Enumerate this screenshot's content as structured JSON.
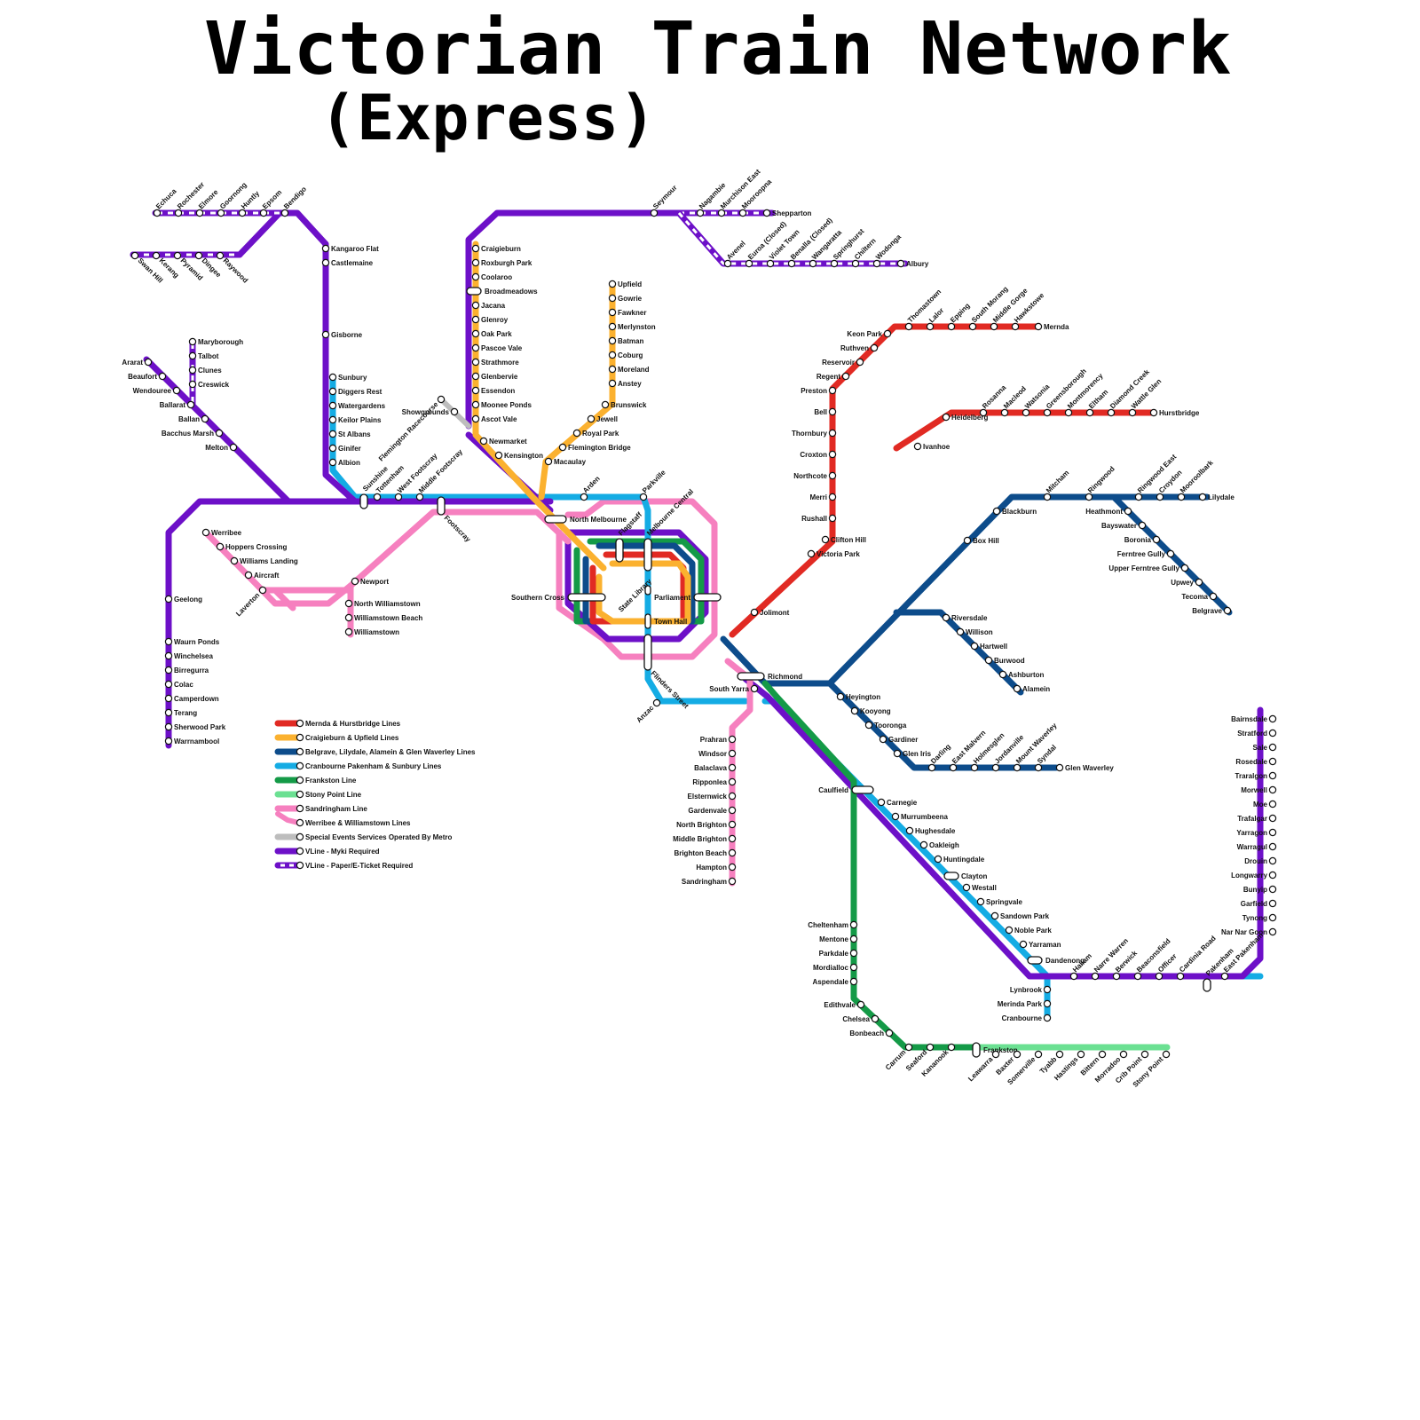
{
  "title": "Victorian Train Network",
  "subtitle": "(Express)",
  "colors": {
    "mernda": "#e12a23",
    "craigieburn": "#fbb12f",
    "belgrave": "#0d4c8b",
    "cranbourne": "#14ace4",
    "frankston": "#149a47",
    "stony_point": "#6be092",
    "sandringham": "#f680bf",
    "special": "#bdbdbd",
    "vline": "#6d10c8"
  },
  "legend": [
    {
      "label": "Mernda & Hurstbridge Lines",
      "color": "#e12a23",
      "style": "solid"
    },
    {
      "label": "Craigieburn & Upfield Lines",
      "color": "#fbb12f",
      "style": "solid"
    },
    {
      "label": "Belgrave, Lilydale, Alamein & Glen Waverley Lines",
      "color": "#0d4c8b",
      "style": "solid"
    },
    {
      "label": "Cranbourne Pakenham & Sunbury Lines",
      "color": "#14ace4",
      "style": "solid"
    },
    {
      "label": "Frankston Line",
      "color": "#149a47",
      "style": "solid"
    },
    {
      "label": "Stony Point Line",
      "color": "#6be092",
      "style": "solid"
    },
    {
      "label": "Sandringham Line",
      "color": "#f680bf",
      "style": "solid"
    },
    {
      "label": "Werribee & Williamstown Lines",
      "color": "#f680bf",
      "style": "branch"
    },
    {
      "label": "Special Events Services Operated By Metro",
      "color": "#bdbdbd",
      "style": "solid"
    },
    {
      "label": "VLine - Myki Required",
      "color": "#6d10c8",
      "style": "solid"
    },
    {
      "label": "VLine - Paper/E-Ticket Required",
      "color": "#6d10c8",
      "style": "dashed"
    }
  ],
  "stations": {
    "loop": [
      "Southern Cross",
      "Flagstaff",
      "Melbourne Central",
      "Parliament",
      "Flinders Street",
      "State Library",
      "Town Hall"
    ],
    "city": [
      "North Melbourne",
      "Arden",
      "Parkville",
      "Jolimont",
      "Richmond",
      "South Yarra",
      "Anzac"
    ],
    "craigieburn": [
      "Craigieburn",
      "Roxburgh Park",
      "Coolaroo",
      "Broadmeadows",
      "Jacana",
      "Glenroy",
      "Oak Park",
      "Pascoe Vale",
      "Strathmore",
      "Glenbervie",
      "Essendon",
      "Moonee Ponds",
      "Ascot Vale",
      "Newmarket",
      "Kensington"
    ],
    "showgrounds": [
      "Flemington Racecourse",
      "Showgrounds"
    ],
    "upfield": [
      "Upfield",
      "Gowrie",
      "Fawkner",
      "Merlynston",
      "Batman",
      "Coburg",
      "Moreland",
      "Anstey",
      "Brunswick",
      "Jewell",
      "Royal Park",
      "Flemington Bridge",
      "Macaulay"
    ],
    "sunbury": [
      "Sunbury",
      "Diggers Rest",
      "Watergardens",
      "Keilor Plains",
      "St Albans",
      "Ginifer",
      "Albion",
      "Sunshine",
      "Tottenham",
      "West Footscray",
      "Middle Footscray",
      "Footscray"
    ],
    "werribee": [
      "Werribee",
      "Hoppers Crossing",
      "Williams Landing",
      "Aircraft",
      "Laverton",
      "Newport",
      "North Williamstown",
      "Williamstown Beach",
      "Williamstown"
    ],
    "mernda": [
      "Mernda",
      "Hawkstowe",
      "Middle Gorge",
      "South Morang",
      "Epping",
      "Lalor",
      "Thomastown",
      "Keon Park",
      "Ruthven",
      "Reservoir",
      "Regent",
      "Preston",
      "Bell",
      "Thornbury",
      "Croxton",
      "Northcote",
      "Merri",
      "Rushall",
      "Clifton Hill",
      "Victoria Park"
    ],
    "hurstbridge": [
      "Hurstbridge",
      "Wattle Glen",
      "Diamond Creek",
      "Eltham",
      "Montmorency",
      "Greensborough",
      "Watsonia",
      "Macleod",
      "Rosanna",
      "Heidelberg",
      "Ivanhoe"
    ],
    "lilydale": [
      "Lilydale",
      "Mooroolbark",
      "Croydon",
      "Ringwood East",
      "Ringwood",
      "Mitcham",
      "Blackburn",
      "Box Hill"
    ],
    "belgrave": [
      "Heathmont",
      "Bayswater",
      "Boronia",
      "Ferntree Gully",
      "Upper Ferntree Gully",
      "Upwey",
      "Tecoma",
      "Belgrave"
    ],
    "alamein": [
      "Riversdale",
      "Willison",
      "Hartwell",
      "Burwood",
      "Ashburton",
      "Alamein"
    ],
    "glen_waverley": [
      "Heyington",
      "Kooyong",
      "Tooronga",
      "Gardiner",
      "Glen Iris",
      "Darling",
      "East Malvern",
      "Holmesglen",
      "Jordanville",
      "Mount Waverley",
      "Syndal",
      "Glen Waverley"
    ],
    "sandringham": [
      "Prahran",
      "Windsor",
      "Balaclava",
      "Ripponlea",
      "Elsternwick",
      "Gardenvale",
      "North Brighton",
      "Middle Brighton",
      "Brighton Beach",
      "Hampton",
      "Sandringham"
    ],
    "dandenong": [
      "Caulfield",
      "Carnegie",
      "Murrumbeena",
      "Hughesdale",
      "Oakleigh",
      "Huntingdale",
      "Clayton",
      "Westall",
      "Springvale",
      "Sandown Park",
      "Noble Park",
      "Yarraman",
      "Dandenong"
    ],
    "pakenham": [
      "Hallam",
      "Narre Warren",
      "Berwick",
      "Beaconsfield",
      "Officer",
      "Cardinia Road",
      "Pakenham",
      "East Pakenham"
    ],
    "cranbourne": [
      "Lynbrook",
      "Merinda Park",
      "Cranbourne"
    ],
    "frankston": [
      "Cheltenham",
      "Mentone",
      "Parkdale",
      "Mordialloc",
      "Aspendale",
      "Edithvale",
      "Chelsea",
      "Bonbeach",
      "Carrum",
      "Seaford",
      "Kananook",
      "Frankston"
    ],
    "stony_point": [
      "Leawarra",
      "Baxter",
      "Somerville",
      "Tyabb",
      "Hastings",
      "Bittern",
      "Morradoo",
      "Crib Point",
      "Stony Point"
    ],
    "gippsland": [
      "Bairnsdale",
      "Stratford",
      "Sale",
      "Rosedale",
      "Traralgon",
      "Morwell",
      "Moe",
      "Trafalgar",
      "Yarragon",
      "Warragul",
      "Drouin",
      "Longwarry",
      "Bunyip",
      "Garfield",
      "Tynong",
      "Nar Nar Goon"
    ],
    "geelong": [
      "Geelong",
      "Waurn Ponds",
      "Winchelsea",
      "Birregurra",
      "Colac",
      "Camperdown",
      "Terang",
      "Sherwood Park",
      "Warrnambool"
    ],
    "ballarat": [
      "Ararat",
      "Beaufort",
      "Wendouree",
      "Ballarat",
      "Ballan",
      "Bacchus Marsh",
      "Melton",
      "Maryborough",
      "Talbot",
      "Clunes",
      "Creswick"
    ],
    "bendigo": [
      "Echuca",
      "Rochester",
      "Elmore",
      "Goornong",
      "Huntly",
      "Epsom",
      "Bendigo",
      "Kangaroo Flat",
      "Castlemaine",
      "Gisborne",
      "Swan Hill",
      "Kerang",
      "Pyramid",
      "Dingee",
      "Raywood"
    ],
    "seymour": [
      "Seymour",
      "Nagambie",
      "Murchison East",
      "Mooroopna",
      "Shepparton",
      "Avenel",
      "Euroa (Closed)",
      "Violet Town",
      "Benalla (Closed)",
      "Wangaratta",
      "Springhurst",
      "Chiltern",
      "Wodonga",
      "Albury"
    ]
  }
}
